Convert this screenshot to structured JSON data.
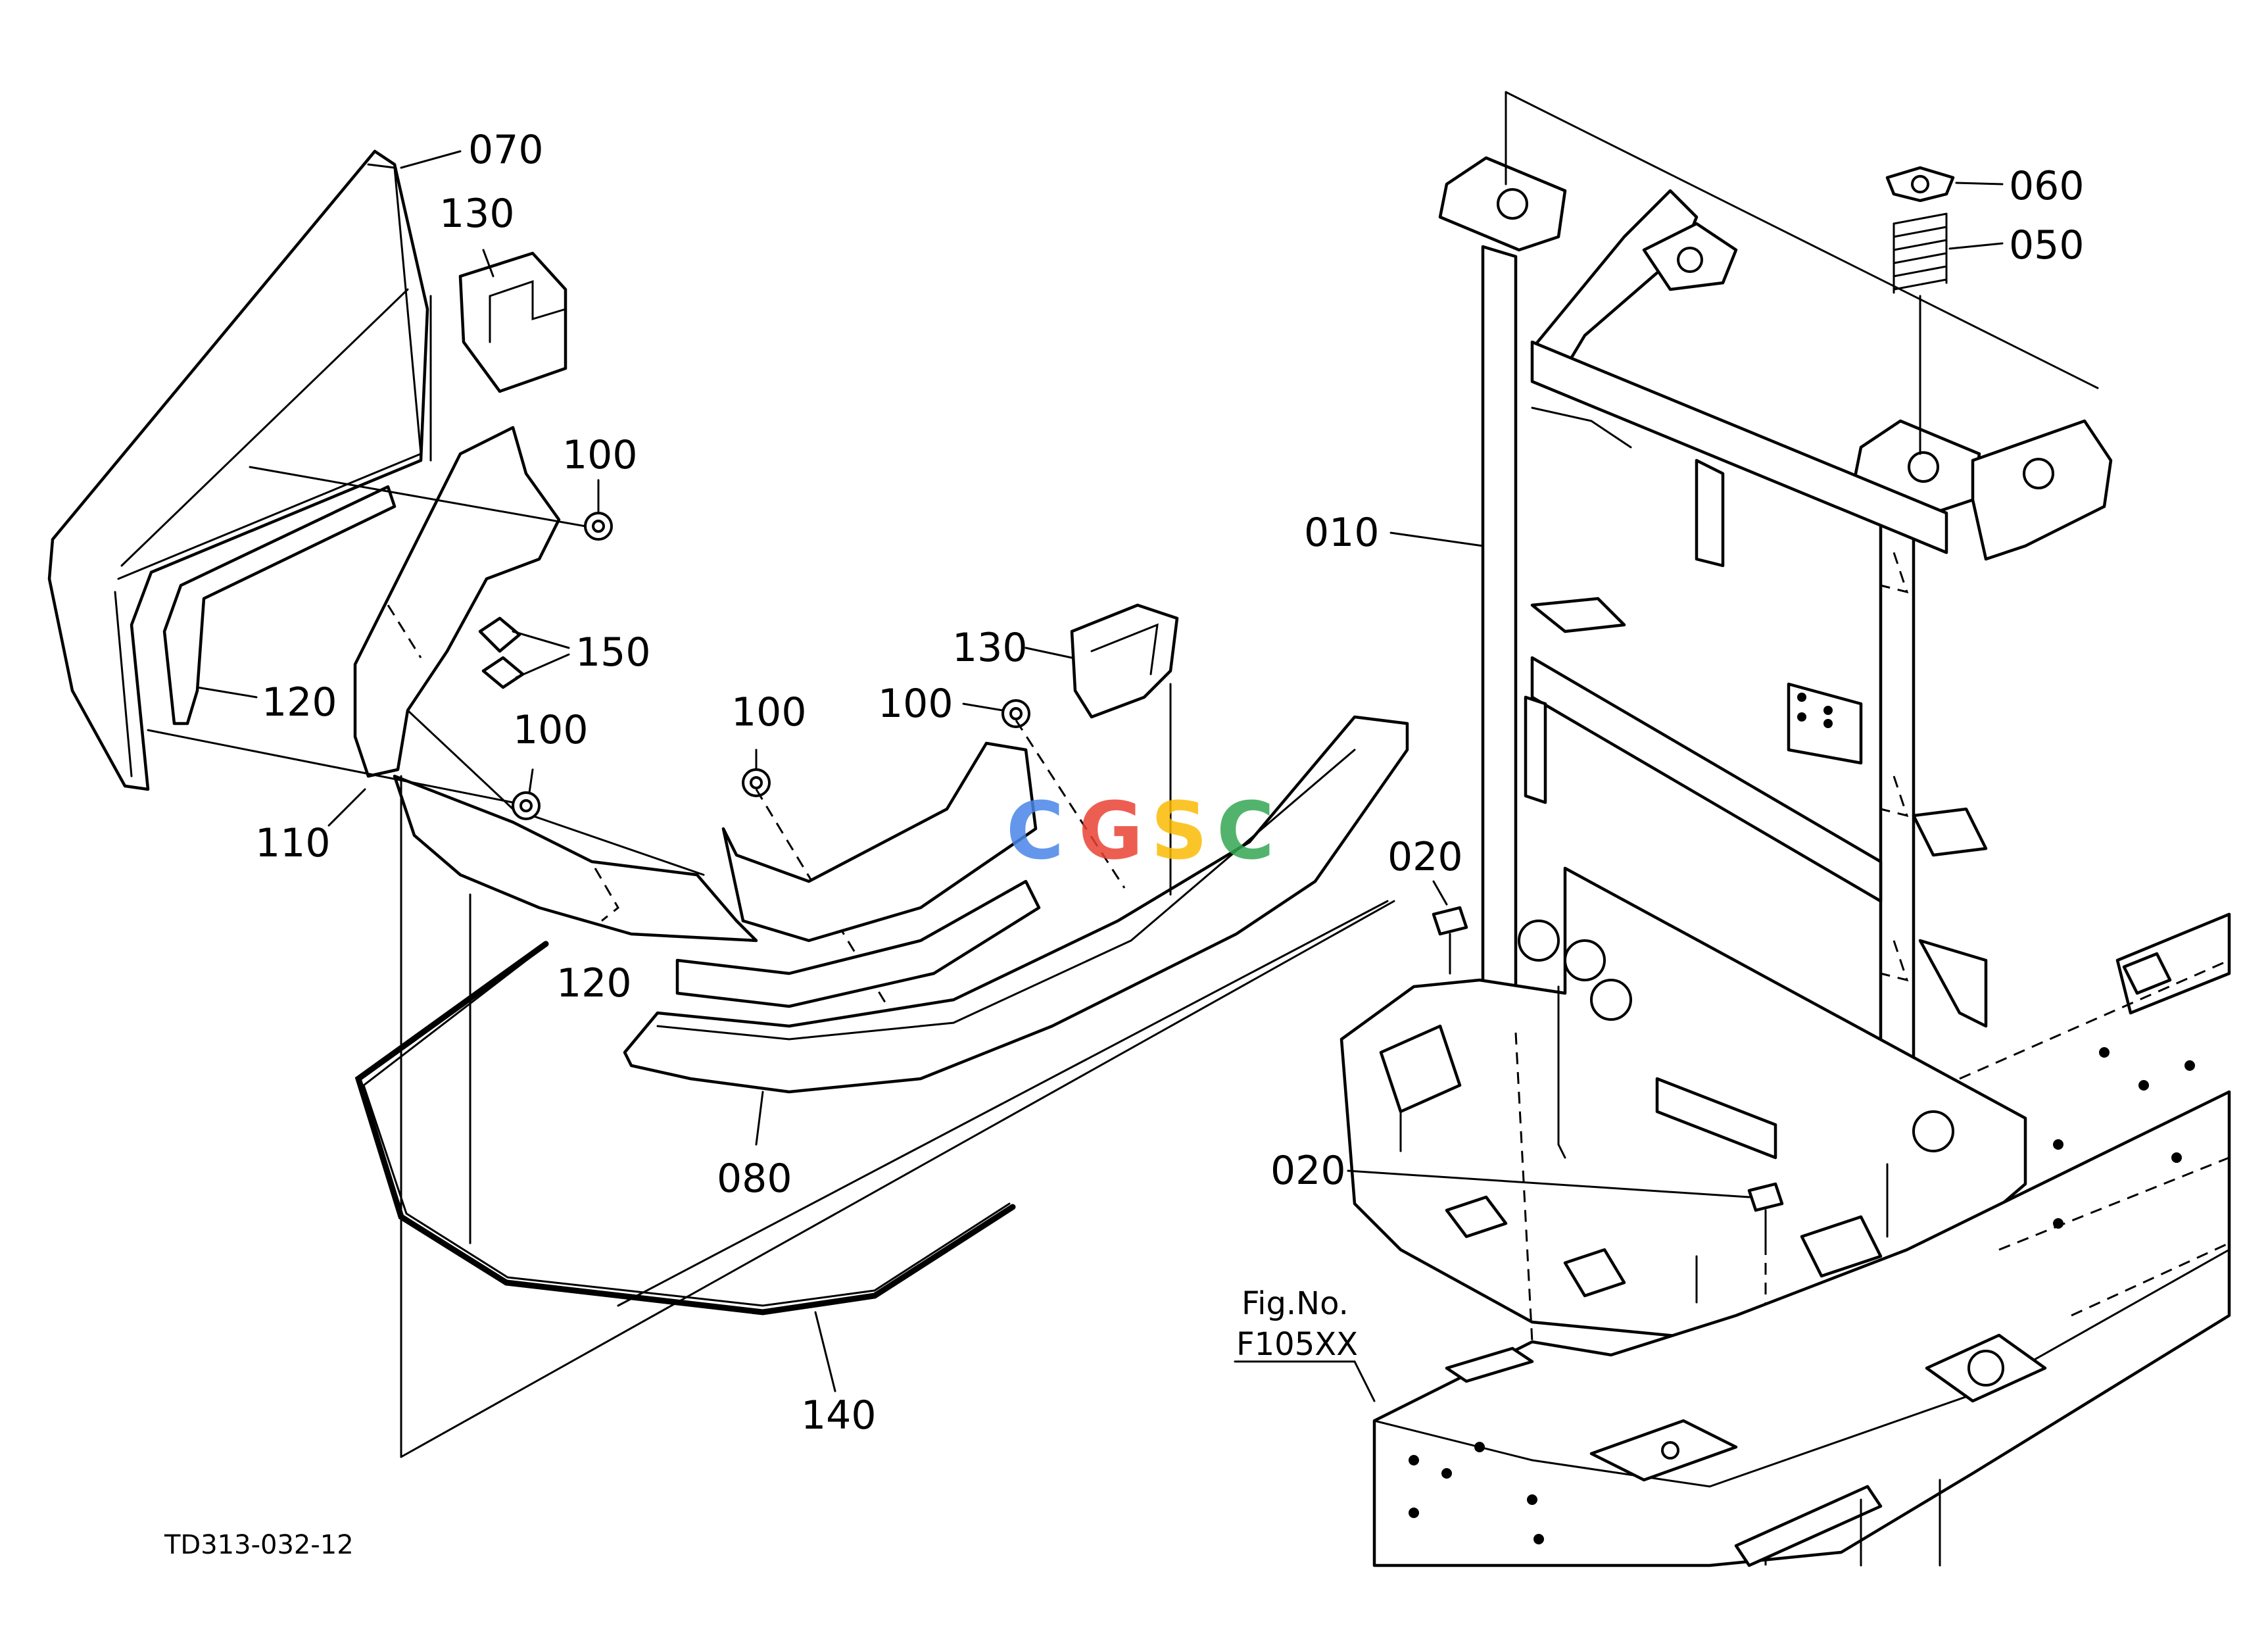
{
  "callouts": {
    "c070": "070",
    "c130a": "130",
    "c100a": "100",
    "c150": "150",
    "c120a": "120",
    "c100b": "100",
    "c110": "110",
    "c100c": "100",
    "c130b": "130",
    "c100d": "100",
    "c120b": "120",
    "c080": "080",
    "c140": "140",
    "c010": "010",
    "c060": "060",
    "c050": "050",
    "c020a": "020",
    "c020b": "020"
  },
  "figure_ref": {
    "line1": "Fig.No.",
    "line2": "F105XX"
  },
  "drawing_code": "TD313-032-12",
  "watermark": {
    "letters": [
      "C",
      "G",
      "S",
      "C"
    ],
    "colors": [
      "#4a86e8",
      "#ea4335",
      "#fbbc05",
      "#34a853"
    ]
  }
}
